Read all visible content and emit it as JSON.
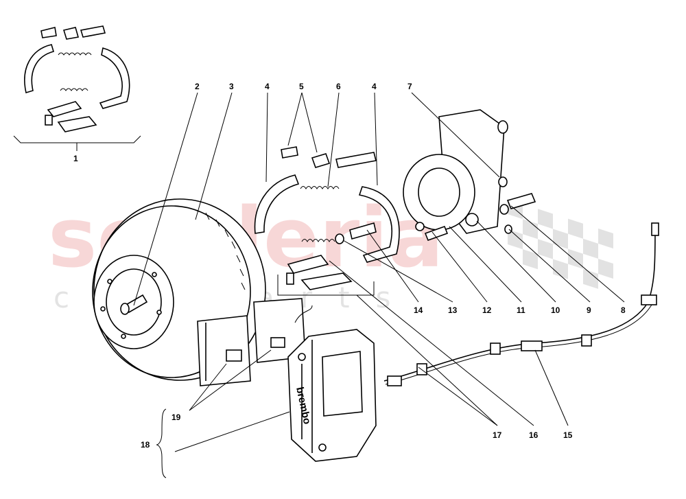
{
  "watermark": {
    "main": "scuderia",
    "sub": "car parts"
  },
  "caliper_brand": "brembo",
  "callouts": [
    "1",
    "2",
    "3",
    "4",
    "5",
    "6",
    "4",
    "7",
    "19",
    "18",
    "14",
    "13",
    "12",
    "11",
    "10",
    "9",
    "8",
    "17",
    "16",
    "15"
  ],
  "colors": {
    "line": "#000000",
    "watermark": "#f2b8b8",
    "checker": "#cfcfcf"
  }
}
